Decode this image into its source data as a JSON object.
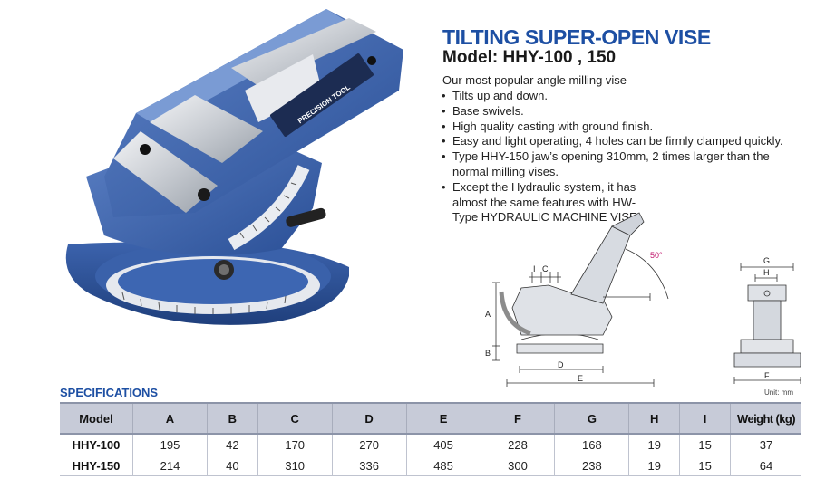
{
  "header": {
    "title": "TILTING SUPER-OPEN VISE",
    "model": "Model: HHY-100 , 150"
  },
  "description": {
    "intro": "Our most popular angle milling vise",
    "features": [
      "Tilts up and down.",
      "Base swivels.",
      "High quality casting with ground finish.",
      "Easy and light operating, 4 holes can be firmly clamped quickly.",
      "Type HHY-150 jaw’s opening 310mm, 2 times larger than the normal milling vises.",
      "Except the Hydraulic system, it has almost the same features with HW-Type HYDRAULIC MACHINE VISE."
    ]
  },
  "photo": {
    "brand_label": "PRECISION TOOL"
  },
  "diagram": {
    "angle_label": "50°",
    "dims": {
      "a": "A",
      "b": "B",
      "c": "C",
      "d": "D",
      "e": "E",
      "f": "F",
      "g": "G",
      "h": "H",
      "i": "I"
    }
  },
  "specs": {
    "title": "SPECIFICATIONS",
    "unit": "Unit: mm",
    "headers": [
      "Model",
      "A",
      "B",
      "C",
      "D",
      "E",
      "F",
      "G",
      "H",
      "I",
      "Weight (kg)"
    ],
    "rows": [
      [
        "HHY-100",
        "195",
        "42",
        "170",
        "270",
        "405",
        "228",
        "168",
        "19",
        "15",
        "37"
      ],
      [
        "HHY-150",
        "214",
        "40",
        "310",
        "336",
        "485",
        "300",
        "238",
        "19",
        "15",
        "64"
      ]
    ]
  },
  "colors": {
    "accent": "#1d4fa3",
    "table_header": "#c7cbd8",
    "casting": "#2f5aa8"
  }
}
